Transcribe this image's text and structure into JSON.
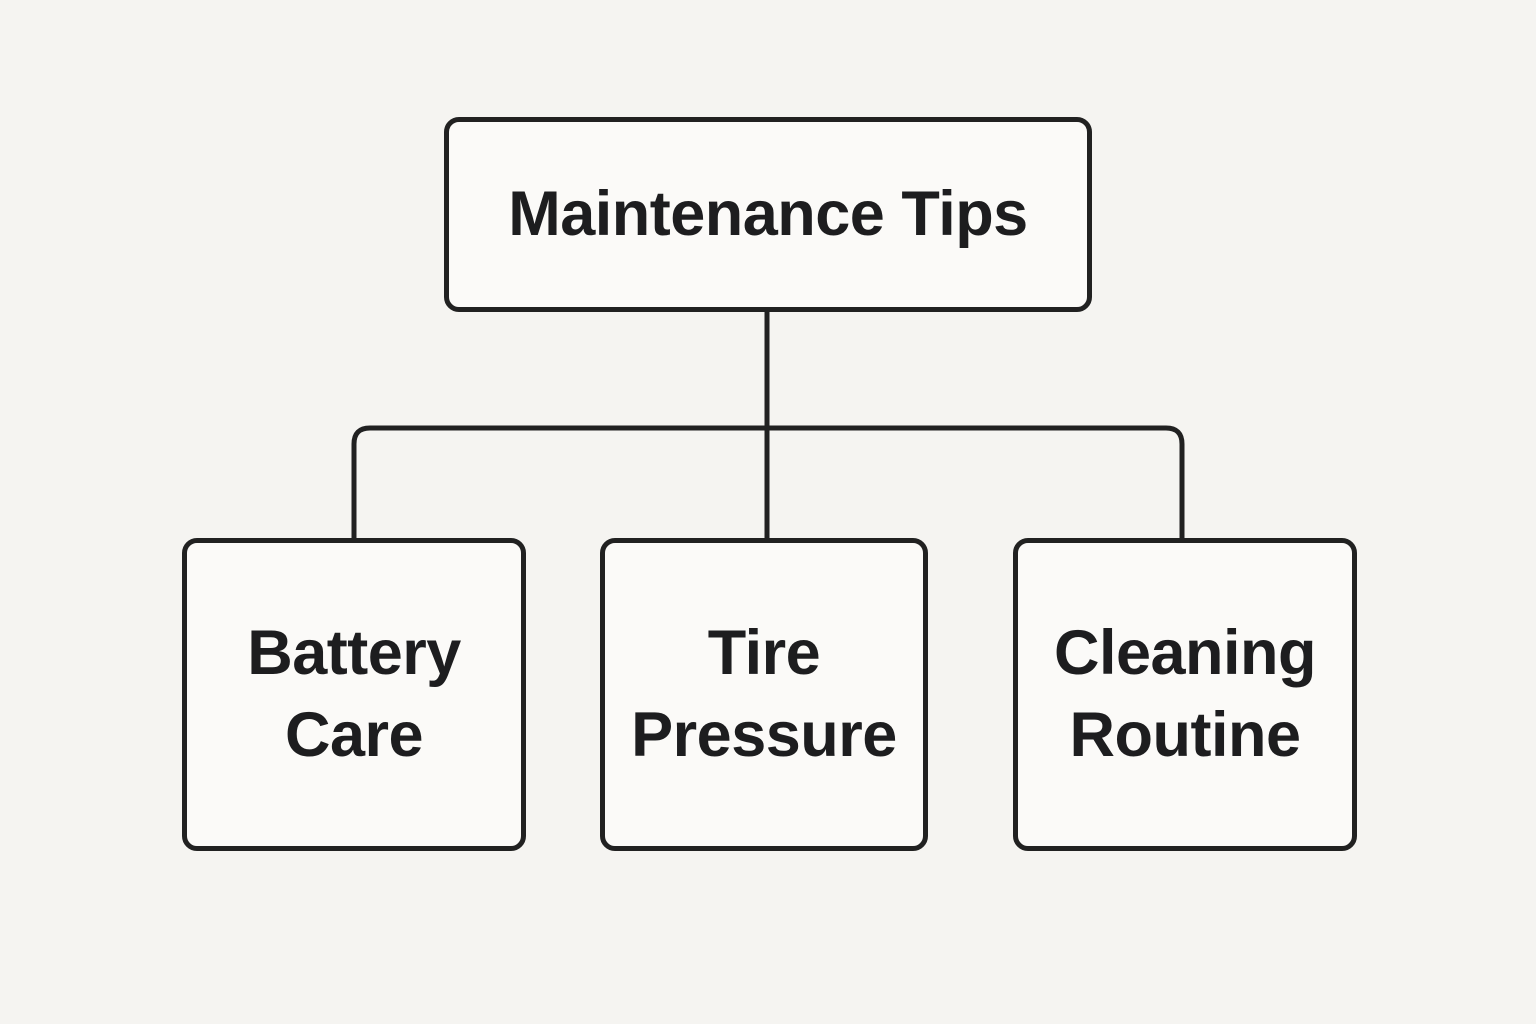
{
  "diagram": {
    "title": "Maintenance Tips",
    "type": "flowchart",
    "root": {
      "id": "maintenance-tips",
      "label": "Maintenance Tips"
    },
    "children": [
      {
        "id": "battery-care",
        "label": "Battery Care",
        "lines": [
          "Battery",
          "Care"
        ]
      },
      {
        "id": "tire-pressure",
        "label": "Tire Pressure",
        "lines": [
          "Tire",
          "Pressure"
        ]
      },
      {
        "id": "cleaning-routine",
        "label": "Cleaning Routine",
        "lines": [
          "Cleaning",
          "Routine"
        ]
      }
    ],
    "colors": {
      "background": "#f5f4f1",
      "node_fill": "#fbfaf8",
      "stroke": "#212121",
      "text": "#1d1d1f"
    }
  }
}
